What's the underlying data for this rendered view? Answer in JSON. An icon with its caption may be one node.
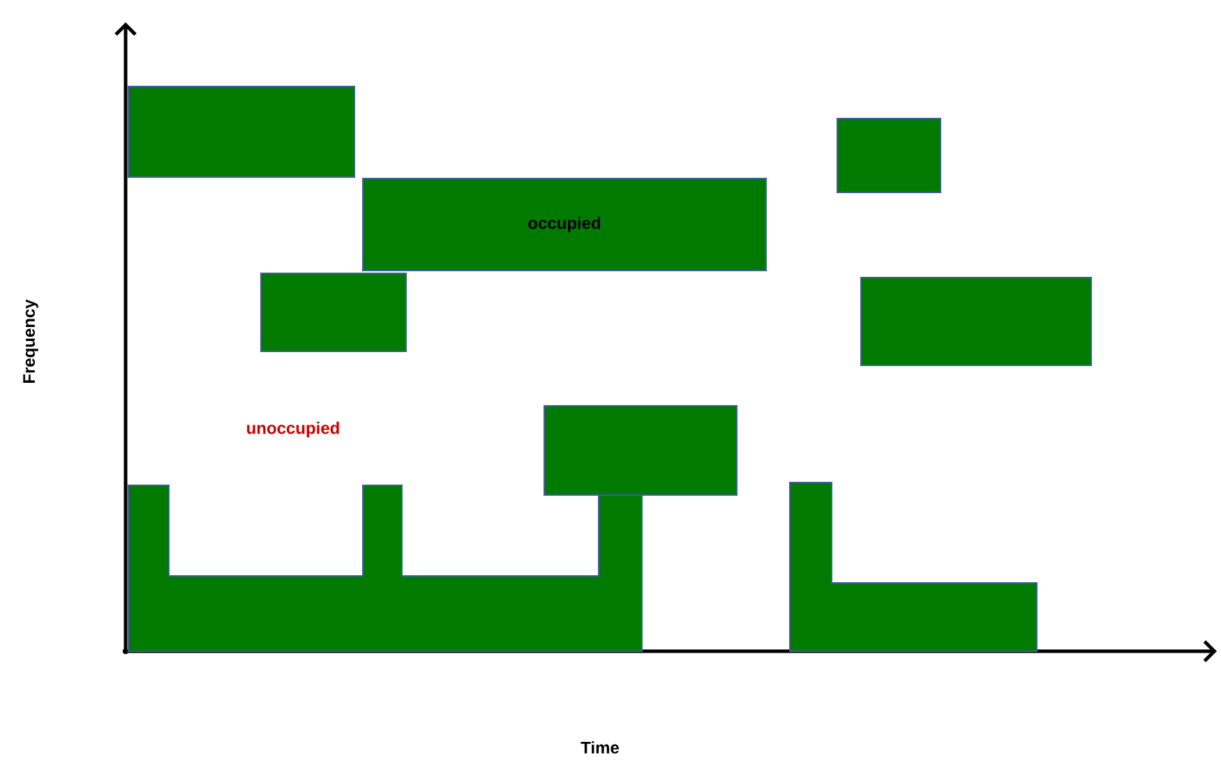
{
  "diagram": {
    "nodes": [
      {
        "text": [],
        "shape": "box"
      },
      {
        "text": [],
        "shape": "box"
      },
      {
        "text": [
          "occupied"
        ]
      },
      {
        "text": [],
        "shape": "box"
      },
      {
        "text": [],
        "shape": "box"
      },
      {
        "text": [],
        "shape": "box"
      },
      {
        "text": [],
        "shape": "bar"
      },
      {
        "text": [],
        "shape": "bar"
      }
    ],
    "labels": [
      "unoccupied",
      "Frequency",
      "Time"
    ]
  }
}
